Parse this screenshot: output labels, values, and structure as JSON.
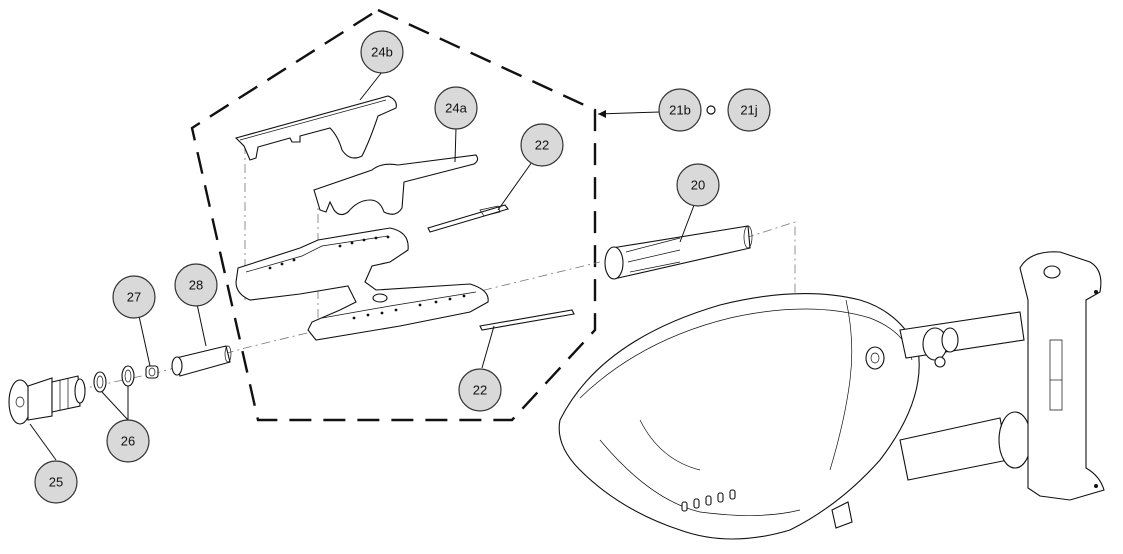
{
  "callouts": {
    "c24b": "24b",
    "c24a": "24a",
    "c22_top": "22",
    "c21b": "21b",
    "c21j": "21j",
    "c20": "20",
    "c28": "28",
    "c27": "27",
    "c26": "26",
    "c25": "25",
    "c22_bottom": "22"
  }
}
